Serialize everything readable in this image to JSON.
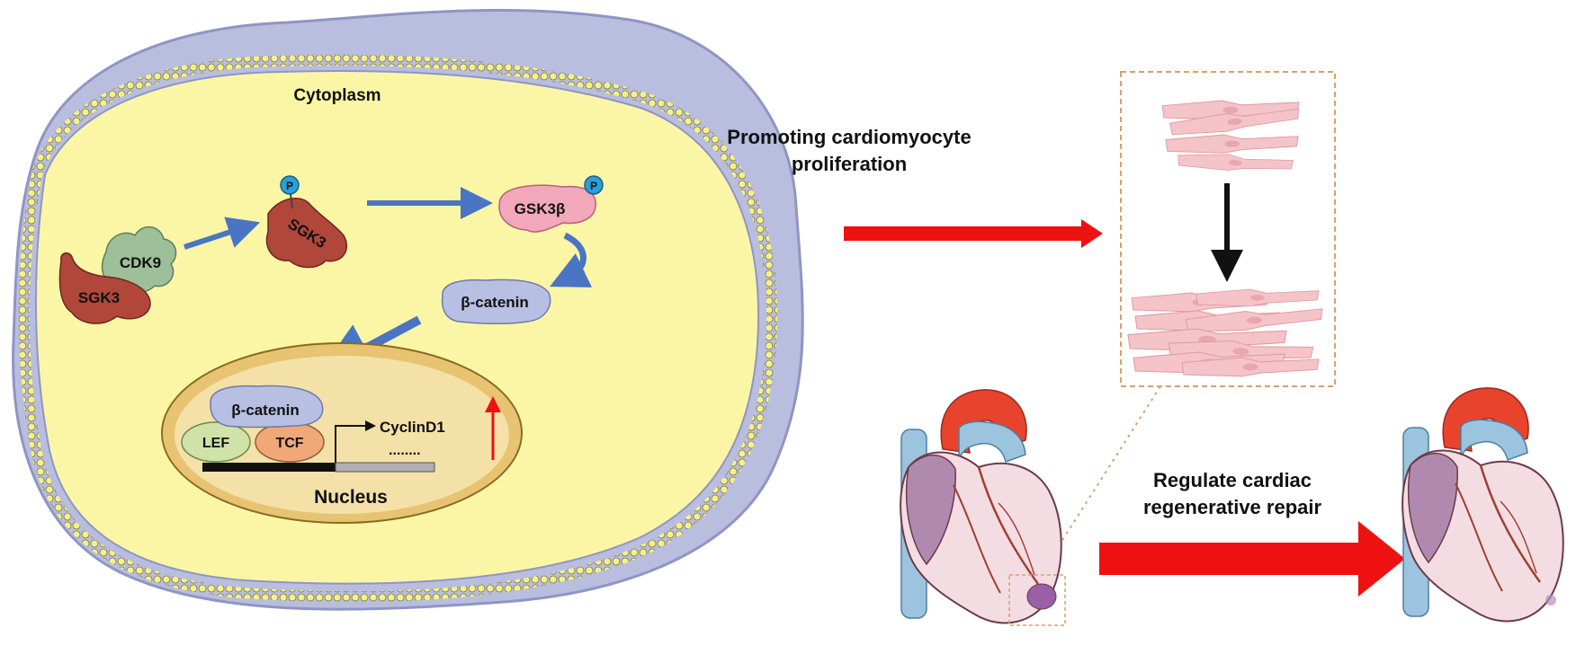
{
  "labels": {
    "cytoplasm": "Cytoplasm",
    "nucleus": "Nucleus",
    "cdk9": "CDK9",
    "sgk3_complex": "SGK3",
    "sgk3_phos": "SGK3",
    "gsk3b": "GSK3β",
    "beta_catenin_cyto": "β-catenin",
    "beta_catenin_nuc": "β-catenin",
    "lef": "LEF",
    "tcf": "TCF",
    "cyclin_d1": "CyclinD1",
    "dots": "........",
    "phospho": "P",
    "promoting_line1": "Promoting cardiomyocyte",
    "promoting_line2": "proliferation",
    "regulate_line1": "Regulate cardiac",
    "regulate_line2": "regenerative repair"
  },
  "colors": {
    "cell_outer": "#b9bedf",
    "cell_outer_stroke": "#8f95c4",
    "cytoplasm": "#fbf6a6",
    "membrane_bead": "#f7f08a",
    "nucleus_fill": "#f3e1a8",
    "nucleus_stroke": "#8a6a22",
    "sgk3": "#b0473a",
    "cdk9": "#9dbf9a",
    "gsk3b": "#f2a7bb",
    "beta_catenin": "#b7bfe3",
    "lef": "#cfe3a8",
    "tcf": "#f0a878",
    "phospho": "#2b9fd6",
    "blue_arrow": "#4a74c4",
    "red_arrow": "#ee1111",
    "dashed_box": "#d9a06a",
    "cardiomyocyte": "#f4c4c8",
    "heart_aorta": "#e8432c",
    "heart_vessel": "#9cc4de",
    "heart_body": "#f3dde3",
    "heart_atrium": "#b08aae"
  }
}
